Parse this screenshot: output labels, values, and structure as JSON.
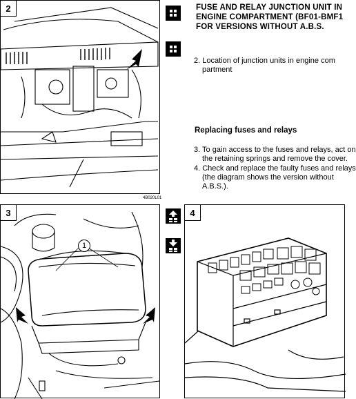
{
  "title_lines": [
    "FUSE AND RELAY JUNCTION UNIT IN",
    "ENGINE COMPARTMENT (BF01-BMF1",
    "FOR VERSIONS WITHOUT A.B.S."
  ],
  "step2_lines": [
    "2. Location of junction units in engine com",
    "partment"
  ],
  "section_heading": "Replacing fuses and relays",
  "step3_lines": [
    "3. To gain access to the fuses and relays, act on",
    "the retaining springs and remove the cover."
  ],
  "step4_lines": [
    "4. Check and replace the faulty fuses and relays",
    "(the diagram shows the version without",
    "A.B.S.)."
  ],
  "figures": [
    {
      "number": "2",
      "code": "4B020L01"
    },
    {
      "number": "3",
      "callout": "1"
    },
    {
      "number": "4"
    }
  ],
  "icons": [
    "section-grid-icon",
    "section-grid-icon",
    "page-up-icon",
    "page-down-icon"
  ]
}
